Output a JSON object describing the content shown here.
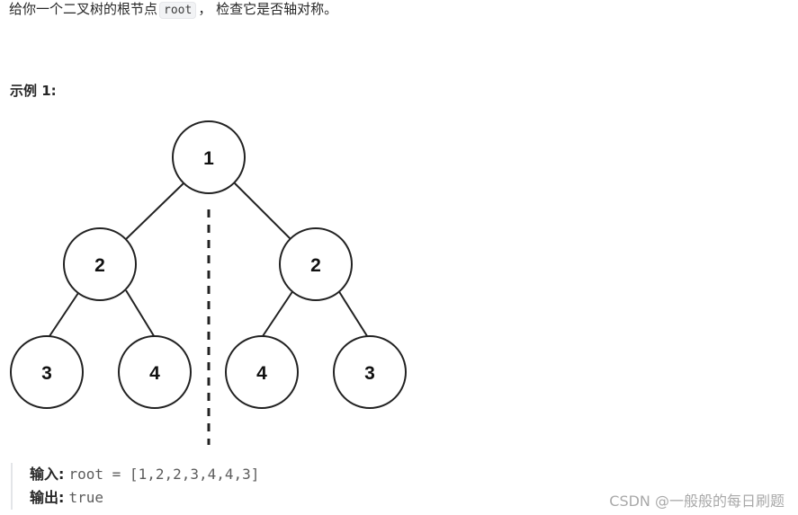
{
  "problem": {
    "text_before": "给你一个二叉树的根节点",
    "code": "root",
    "text_after": "， 检查它是否轴对称。"
  },
  "example": {
    "title": "示例 1:",
    "tree_nodes": [
      "1",
      "2",
      "2",
      "3",
      "4",
      "4",
      "3"
    ],
    "input_label": "输入:",
    "input_value": "root = [1,2,2,3,4,4,3]",
    "output_label": "输出:",
    "output_value": "true"
  },
  "watermark": "CSDN @一般般的每日刷题"
}
